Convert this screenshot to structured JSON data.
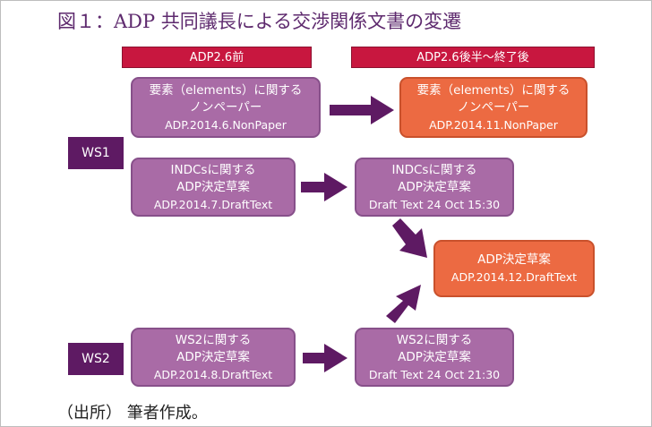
{
  "title": "図１：ADP 共同議長による交渉関係文書の変遷",
  "source": "（出所） 筆者作成。",
  "headers": {
    "before": "ADP2.6前",
    "after": "ADP2.6後半～終了後"
  },
  "workstreams": {
    "ws1": "WS1",
    "ws2": "WS2"
  },
  "boxes": {
    "ws1_elements_before": {
      "line1": "要素（elements）に関する",
      "line2": "ノンペーパー",
      "code": "ADP.2014.6.NonPaper"
    },
    "ws1_elements_after": {
      "line1": "要素（elements）に関する",
      "line2": "ノンペーパー",
      "code": "ADP.2014.11.NonPaper"
    },
    "ws1_indcs_before": {
      "line1": "INDCsに関する",
      "line2": "ADP決定草案",
      "code": "ADP.2014.7.DraftText"
    },
    "ws1_indcs_after": {
      "line1": "INDCsに関する",
      "line2": "ADP決定草案",
      "code": "Draft Text  24 Oct 15:30"
    },
    "merged": {
      "line1": "ADP決定草案",
      "code": "ADP.2014.12.DraftText"
    },
    "ws2_before": {
      "line1": "WS2に関する",
      "line2": "ADP決定草案",
      "code": "ADP.2014.8.DraftText"
    },
    "ws2_after": {
      "line1": "WS2に関する",
      "line2": "ADP決定草案",
      "code": "Draft Text  24 Oct 21:30"
    }
  },
  "colors": {
    "header": "#c8173f",
    "workstream": "#5e1a63",
    "box_purple": "#a96ba6",
    "box_orange": "#ec6a42",
    "arrow": "#5e1a63",
    "title": "#5e2a6e"
  }
}
